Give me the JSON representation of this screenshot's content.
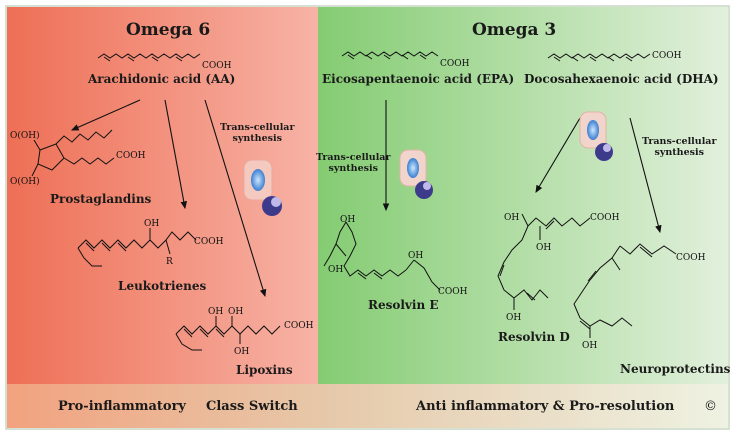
{
  "omega6": {
    "title": "Omega 6",
    "precursor": "Arachidonic acid (AA)",
    "products": [
      "Prostaglandins",
      "Leukotrienes",
      "Lipoxins"
    ],
    "transcellular": "Trans-cellular\nsynthesis"
  },
  "omega3": {
    "title": "Omega 3",
    "precursor_epa": "Eicosapentaenoic acid (EPA)",
    "precursor_dha": "Docosahexaenoic acid (DHA)",
    "products": [
      "Resolvin E",
      "Resolvin  D",
      "Neuroprotectins"
    ],
    "transcellular_epa": "Trans-cellular\nsynthesis",
    "transcellular_dha": "Trans-cellular\nsynthesis"
  },
  "atoms": {
    "cooh": "COOH",
    "ooh": "O(OH)",
    "oh": "OH",
    "r": "R"
  },
  "bottom": {
    "pro": "Pro-inflammatory",
    "switch": "Class Switch",
    "anti": "Anti inflammatory & Pro-resolution",
    "copyright": "©"
  },
  "colors": {
    "omega6_bg": "#ef7a62",
    "omega3_bg": "#8fd07c",
    "border": "#b8c8b0"
  }
}
